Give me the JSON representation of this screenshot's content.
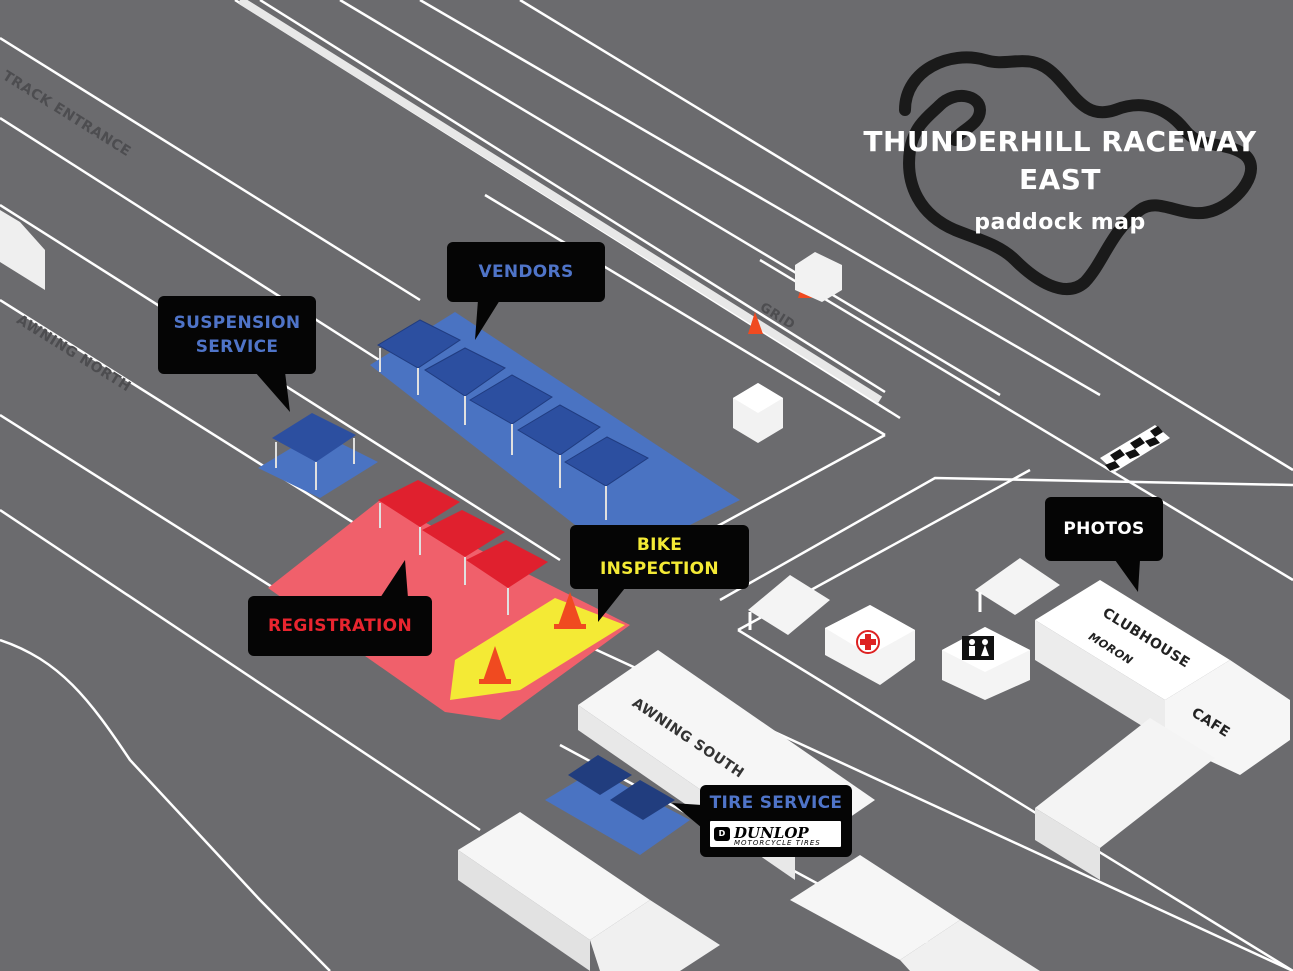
{
  "title": {
    "line1": "THUNDERHILL RACEWAY",
    "line2": "EAST",
    "subtitle": "paddock map"
  },
  "callouts": {
    "vendors": "VENDORS",
    "suspension_line1": "SUSPENSION",
    "suspension_line2": "SERVICE",
    "registration": "REGISTRATION",
    "bike_inspection": "BIKE INSPECTION",
    "photos": "PHOTOS",
    "tire_service": "TIRE SERVICE"
  },
  "road_labels": {
    "track_entrance": "TRACK ENTRANCE",
    "awning_north": "AWNING NORTH",
    "grid": "GRID",
    "awning_south": "AWNING SOUTH"
  },
  "buildings": {
    "clubhouse": "CLUBHOUSE",
    "cafe": "CAFE",
    "clubhouse_logo_text": "MORON"
  },
  "sponsor": {
    "name": "DUNLOP",
    "tagline": "MOTORCYCLE TIRES"
  },
  "colors": {
    "ground": "#6b6b6e",
    "lines": "#ffffff",
    "vendors_blue": "#4a73c2",
    "tent_blue": "#2c4fa0",
    "registration_red": "#f0606b",
    "tent_red": "#e0202e",
    "inspection_yellow": "#f4ea35",
    "callout_bg": "#050505",
    "label_blue": "#4f74c8",
    "label_red": "#e8252f",
    "label_yellow": "#f4ea35",
    "label_white": "#ffffff",
    "cone_orange": "#f04a20"
  },
  "icons": {
    "medical": "first-aid-cross-icon",
    "restroom": "restroom-icon",
    "checkered_flag": "checkered-flag-icon",
    "cones": "traffic-cone-icon"
  }
}
